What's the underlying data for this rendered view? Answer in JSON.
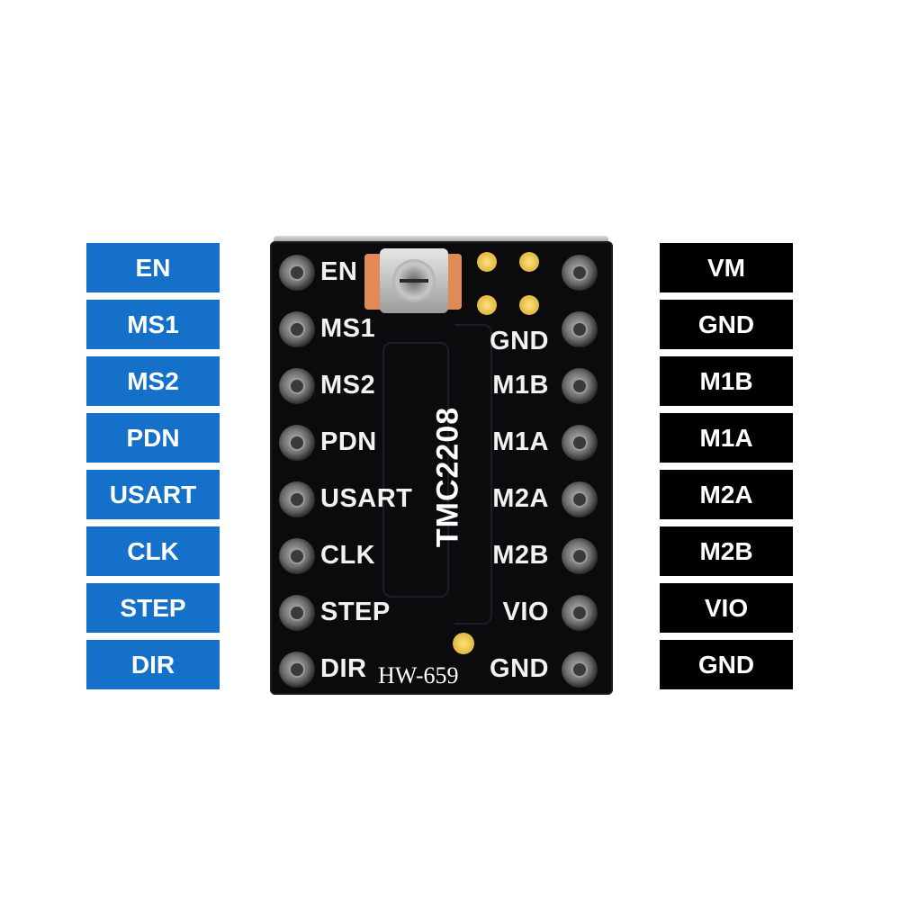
{
  "left_pins": [
    "EN",
    "MS1",
    "MS2",
    "PDN",
    "USART",
    "CLK",
    "STEP",
    "DIR"
  ],
  "right_pins": [
    "VM",
    "GND",
    "M1B",
    "M1A",
    "M2A",
    "M2B",
    "VIO",
    "GND"
  ],
  "board": {
    "chip": "TMC2208",
    "model": "HW-659",
    "silk_left": [
      "EN",
      "MS1",
      "MS2",
      "PDN",
      "USART",
      "CLK",
      "STEP",
      "DIR"
    ],
    "silk_right": [
      "GND",
      "M1B",
      "M1A",
      "M2A",
      "M2B",
      "VIO",
      "GND"
    ]
  },
  "colors": {
    "left_label_bg": "#1470c9",
    "right_label_bg": "#000000",
    "board": "#0b0b0d"
  }
}
